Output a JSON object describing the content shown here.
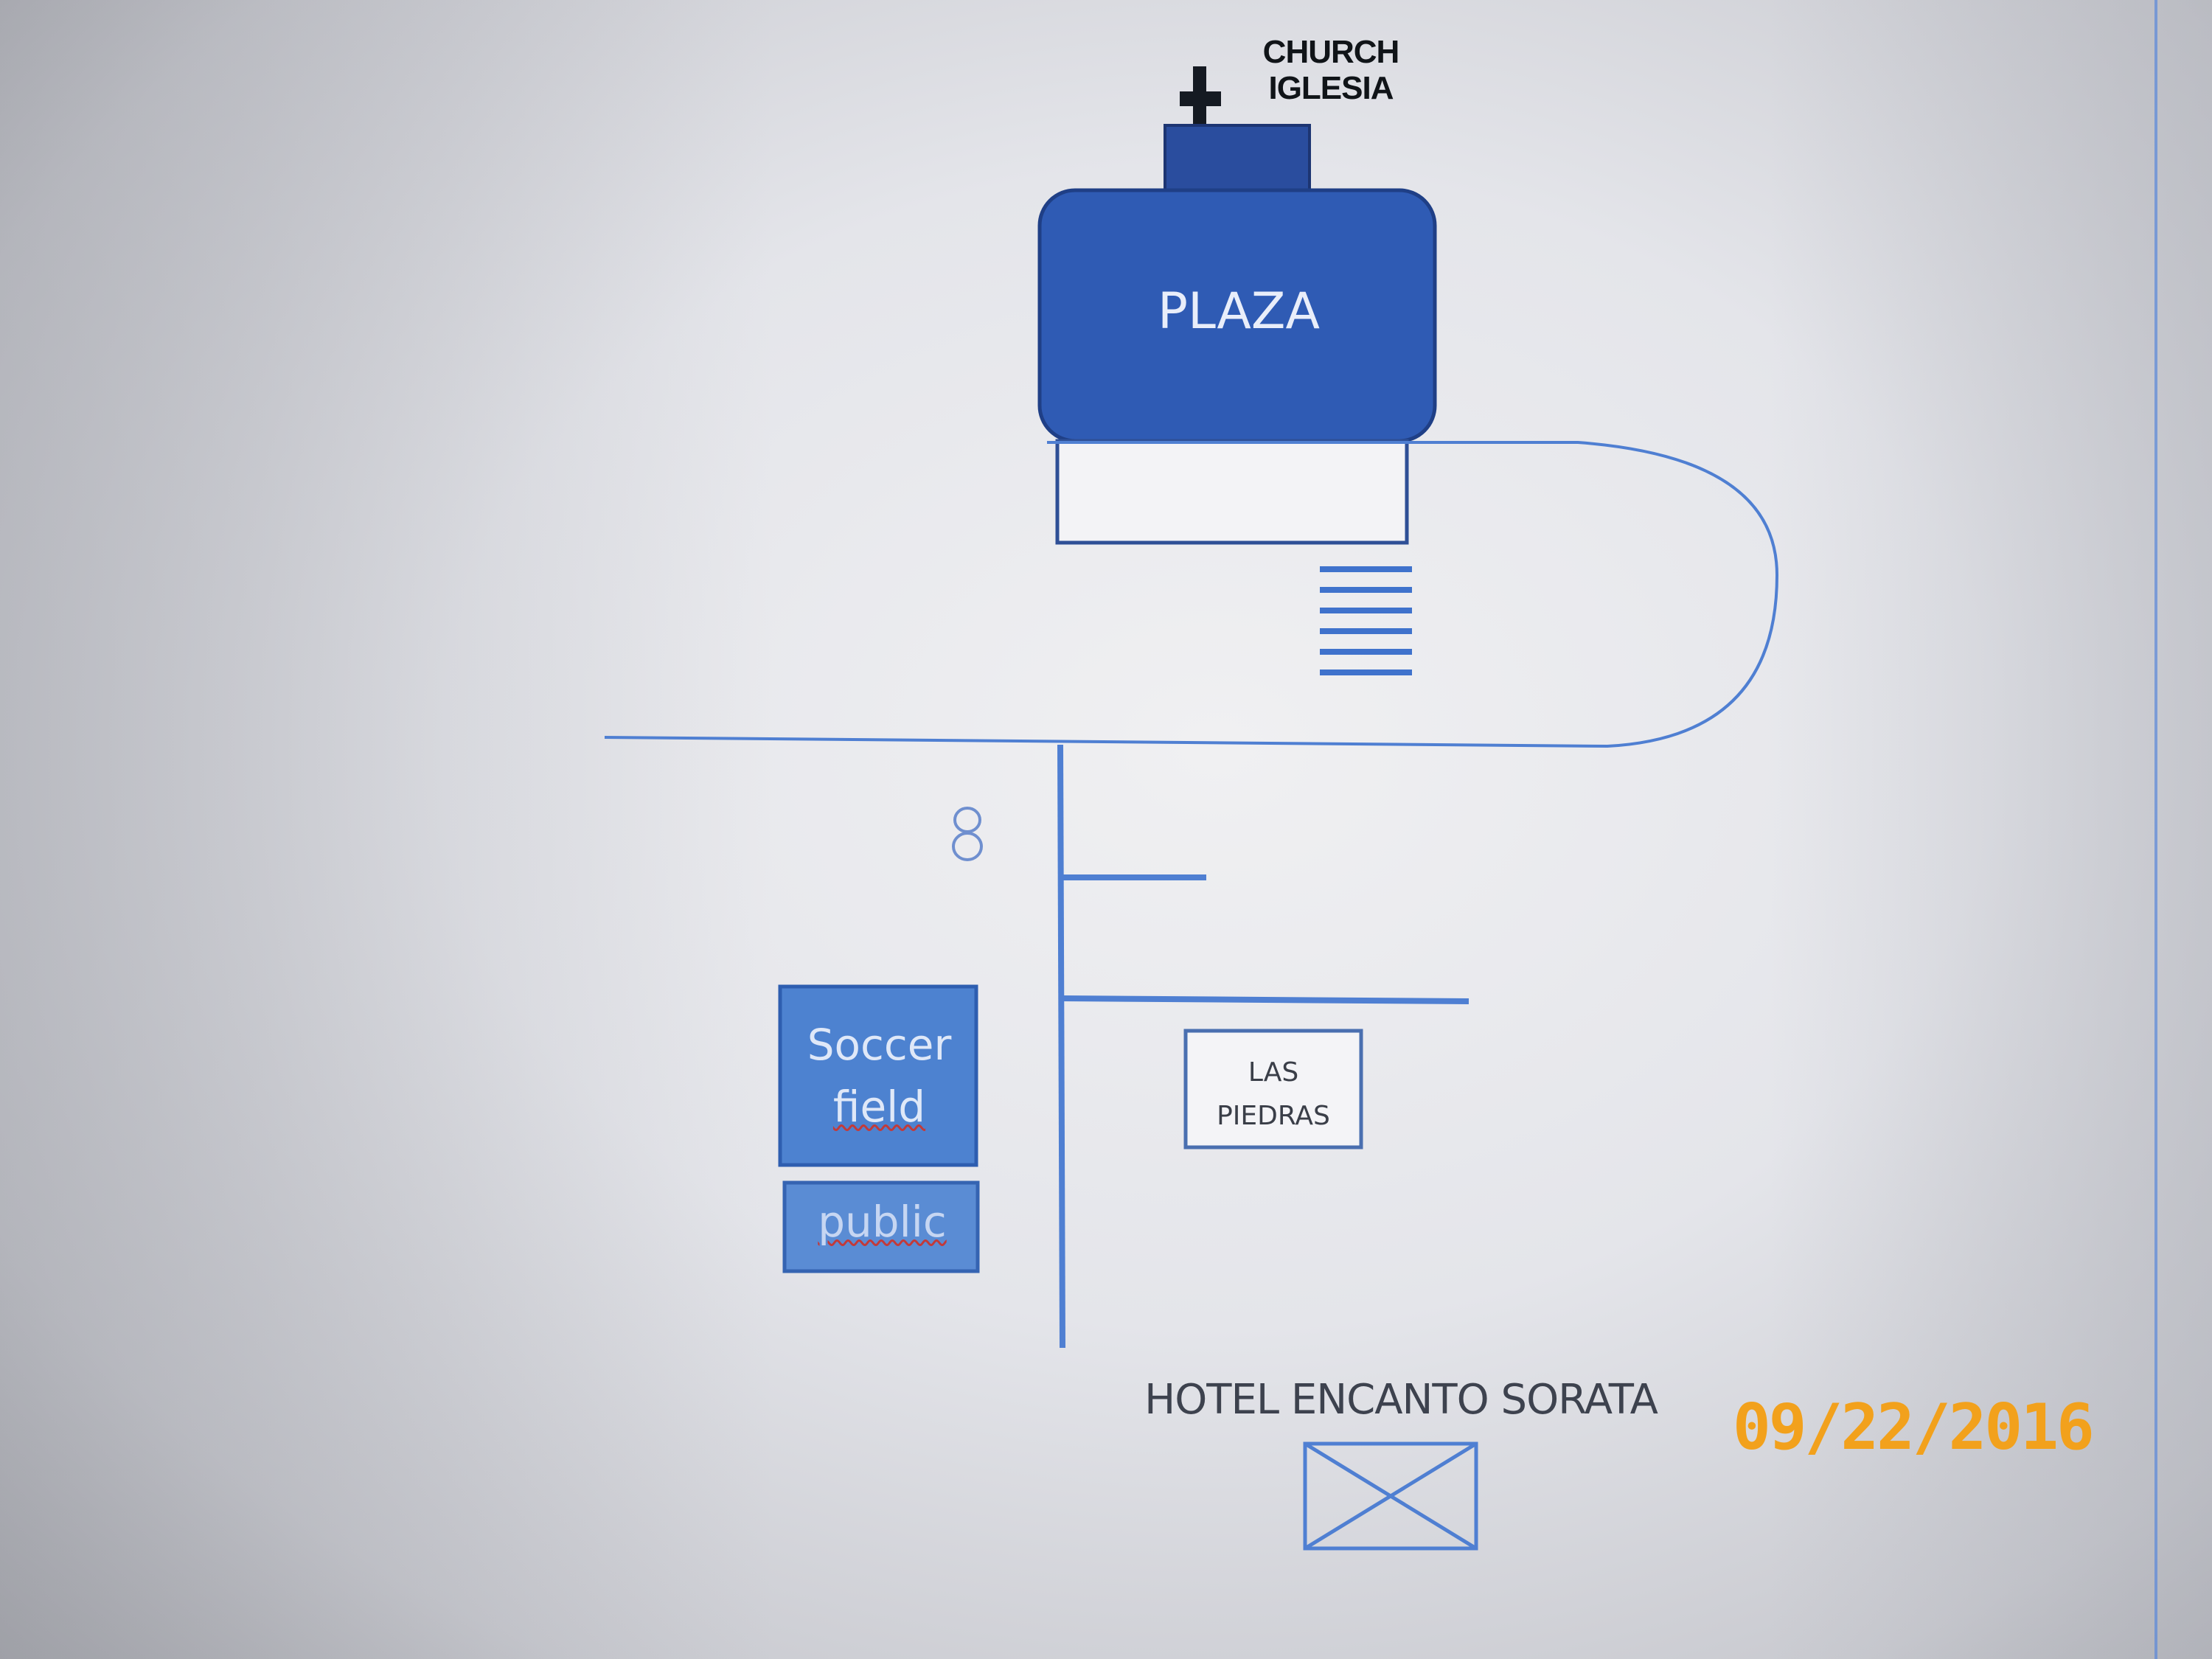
{
  "map": {
    "landmarks": {
      "church": {
        "label_line1": "CHURCH",
        "label_line2": "IGLESIA",
        "icon": "cross-icon"
      },
      "plaza": {
        "label": "PLAZA"
      },
      "soccer_field": {
        "label_line1": "Soccer",
        "label_line2": "field"
      },
      "public": {
        "label": "public"
      },
      "las_piedras": {
        "label_line1": "LAS",
        "label_line2": "PIEDRAS"
      },
      "hotel": {
        "label": "HOTEL ENCANTO SORATA",
        "icon": "hotel-x-box-icon"
      },
      "restroom_marker": {
        "icon": "figure-eight-icon"
      },
      "steps": {
        "icon": "stairs-icon"
      }
    },
    "colors": {
      "plaza_fill": "#2f5bb4",
      "church_fill": "#2a4d9e",
      "soccer_fill": "#4d82d0",
      "public_fill": "#5a8cd4",
      "road_line": "#4f7fd2",
      "outline": "#2e4f96"
    }
  },
  "photo": {
    "date_stamp": "09/22/2016"
  }
}
